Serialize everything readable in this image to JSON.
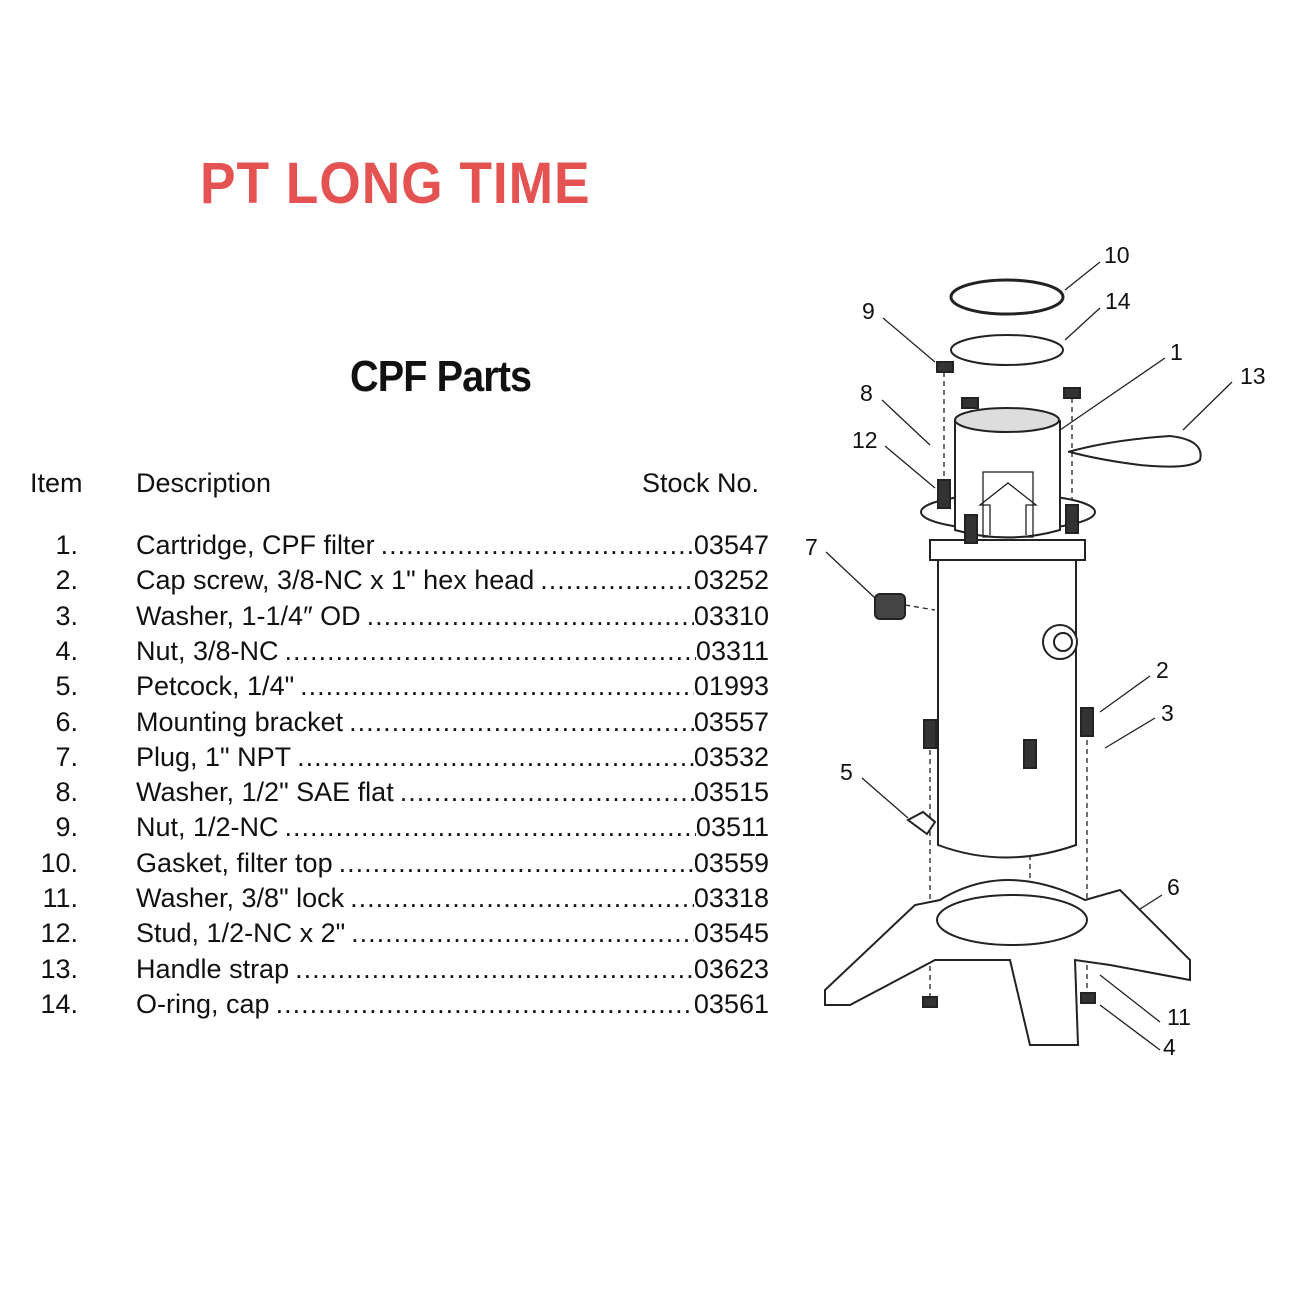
{
  "title": "CPF Parts",
  "headers": {
    "item": "Item",
    "description": "Description",
    "stock": "Stock No."
  },
  "rows": [
    {
      "num": "1.",
      "desc": "Cartridge, CPF filter",
      "stock": "03547"
    },
    {
      "num": "2.",
      "desc": "Cap screw, 3/8-NC x 1\" hex head",
      "stock": "03252"
    },
    {
      "num": "3.",
      "desc": "Washer, 1-1/4″ OD",
      "stock": "03310"
    },
    {
      "num": "4.",
      "desc": "Nut, 3/8-NC",
      "stock": "03311"
    },
    {
      "num": "5.",
      "desc": "Petcock, 1/4\"",
      "stock": "01993"
    },
    {
      "num": "6.",
      "desc": "Mounting bracket",
      "stock": "03557"
    },
    {
      "num": "7.",
      "desc": "Plug, 1\" NPT",
      "stock": "03532"
    },
    {
      "num": "8.",
      "desc": "Washer, 1/2\" SAE flat",
      "stock": "03515"
    },
    {
      "num": "9.",
      "desc": "Nut, 1/2-NC",
      "stock": "03511"
    },
    {
      "num": "10.",
      "desc": "Gasket, filter top",
      "stock": "03559"
    },
    {
      "num": "11.",
      "desc": "Washer, 3/8\" lock",
      "stock": "03318"
    },
    {
      "num": "12.",
      "desc": "Stud, 1/2-NC x 2\"",
      "stock": "03545"
    },
    {
      "num": "13.",
      "desc": "Handle strap",
      "stock": "03623"
    },
    {
      "num": "14.",
      "desc": "O-ring, cap",
      "stock": "03561"
    }
  ],
  "watermark": "PT LONG TIME",
  "callouts": [
    "10",
    "14",
    "9",
    "1",
    "13",
    "8",
    "12",
    "7",
    "2",
    "3",
    "5",
    "6",
    "11",
    "4"
  ],
  "leader_dots": "........................................................................................................"
}
